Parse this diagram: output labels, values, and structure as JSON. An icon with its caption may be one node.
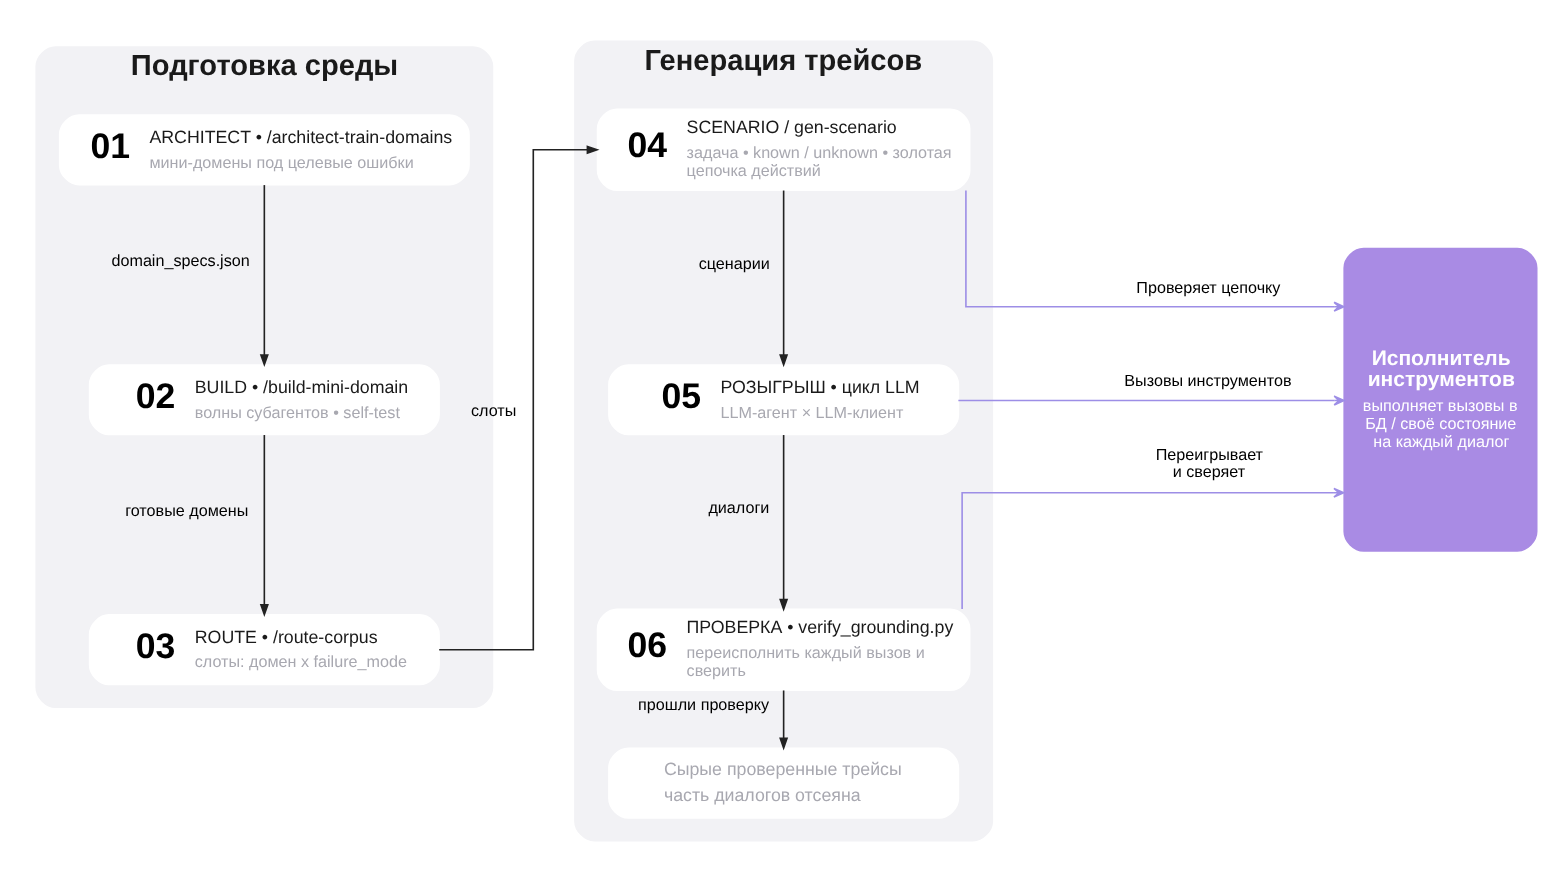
{
  "diagram": {
    "nodes": [
      {
        "text": [
          "Подготовка среды"
        ]
      },
      {
        "text": [
          "01",
          "ARCHITECT • /architect-train-domains",
          "мини-домены под целевые ошибки"
        ],
        "in": 0
      },
      {
        "text": [
          "02",
          "BUILD • /build-mini-domain",
          "волны субагентов • self-test"
        ],
        "in": 0
      },
      {
        "text": [
          "03",
          "ROUTE • /route-corpus",
          "слоты: домен x failure_mode"
        ],
        "in": 0
      },
      {
        "text": [
          "Генерация трейсов"
        ]
      },
      {
        "text": [
          "04",
          "SCENARIO / gen-scenario",
          "задача • known / unknown • золотая цепочка действий"
        ],
        "in": 4
      },
      {
        "text": [
          "05",
          "РОЗЫГРЫШ • цикл LLM",
          "LLM-агент × LLM-клиент"
        ],
        "in": 4
      },
      {
        "text": [
          "06",
          "ПРОВЕРКА • verify_grounding.py",
          "переисполнить каждый вызов и сверить"
        ],
        "in": 4
      },
      {
        "text": [
          "Сырые проверенные трейсы",
          "часть диалогов отсеяна"
        ],
        "in": 4
      },
      {
        "text": [
          "Исполнитель инструментов",
          "выполняет вызовы в БД / своё состояние на каждый диалог"
        ]
      }
    ],
    "edges": [
      {
        "from": 1,
        "to": 2,
        "arrow": "to",
        "label": "domain_specs.json"
      },
      {
        "from": 2,
        "to": 3,
        "arrow": "to",
        "label": "готовые домены"
      },
      {
        "from": 3,
        "to": 5,
        "arrow": "to",
        "label": "слоты"
      },
      {
        "from": 5,
        "to": 6,
        "arrow": "to",
        "label": "сценарии"
      },
      {
        "from": 6,
        "to": 7,
        "arrow": "to",
        "label": "диалоги"
      },
      {
        "from": 7,
        "to": 8,
        "arrow": "to",
        "label": "прошли проверку"
      },
      {
        "from": 5,
        "to": 9,
        "arrow": "to",
        "label": "Проверяет цепочку",
        "color": "#9d8ee6"
      },
      {
        "from": 6,
        "to": 9,
        "arrow": "to",
        "label": "Вызовы инструментов",
        "color": "#9d8ee6"
      },
      {
        "from": 7,
        "to": 9,
        "arrow": "to",
        "label": "Переигрывает и сверяет",
        "color": "#9d8ee6"
      }
    ]
  }
}
